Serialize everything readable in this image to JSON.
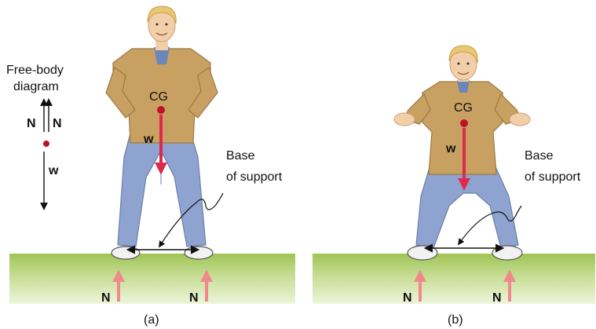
{
  "fbd": {
    "title_line1": "Free-body",
    "title_line2": "diagram",
    "normal_label_left": "N",
    "normal_label_right": "N",
    "weight_label": "w"
  },
  "panel_a": {
    "caption": "(a)",
    "cg_label": "CG",
    "weight_label": "w",
    "base_label_line1": "Base",
    "base_label_line2": "of support",
    "normal_left": "N",
    "normal_right": "N"
  },
  "panel_b": {
    "caption": "(b)",
    "cg_label": "CG",
    "weight_label": "w",
    "base_label_line1": "Base",
    "base_label_line2": "of support",
    "normal_left": "N",
    "normal_right": "N"
  },
  "colors": {
    "ground_top": "#a6c95a",
    "ground_bottom": "#e6f0cf",
    "shirt": "#c8a062",
    "jeans": "#8ea3cf",
    "hair": "#e8c872",
    "skin": "#f2cfa9",
    "weight_arrow": "#e0284a",
    "normal_arrow": "#f08a8a",
    "cg_dot": "#c0102a"
  }
}
